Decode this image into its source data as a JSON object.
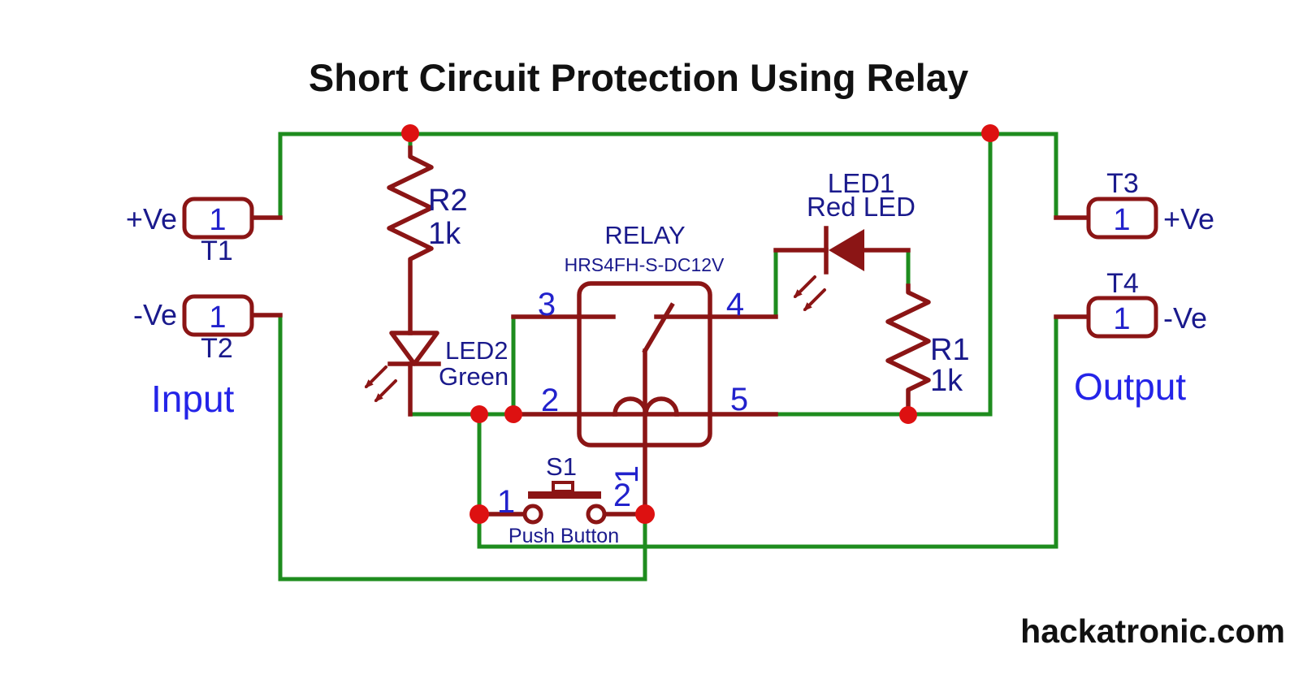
{
  "title": "Short Circuit Protection Using Relay",
  "watermark": "hackatronic.com",
  "colors": {
    "wire": "#1E8C1E",
    "symbol": "#8B1515",
    "junction": "#DD1111",
    "label": "#1A1A8C",
    "pin": "#2222CC",
    "io": "#2424E8",
    "title": "#111111"
  },
  "io": {
    "input_label": "Input",
    "output_label": "Output"
  },
  "terminals": {
    "t1": {
      "name": "T1",
      "polarity": "+Ve",
      "pad": "1"
    },
    "t2": {
      "name": "T2",
      "polarity": "-Ve",
      "pad": "1"
    },
    "t3": {
      "name": "T3",
      "polarity": "+Ve",
      "pad": "1"
    },
    "t4": {
      "name": "T4",
      "polarity": "-Ve",
      "pad": "1"
    }
  },
  "components": {
    "r2": {
      "ref": "R2",
      "value": "1k"
    },
    "r1": {
      "ref": "R1",
      "value": "1k"
    },
    "led2": {
      "ref": "LED2",
      "color": "Green"
    },
    "led1": {
      "ref": "LED1",
      "color": "Red LED"
    },
    "relay": {
      "ref": "RELAY",
      "part": "HRS4FH-S-DC12V",
      "pin1": "1",
      "pin2": "2",
      "pin3": "3",
      "pin4": "4",
      "pin5": "5"
    },
    "s1": {
      "ref": "S1",
      "label": "Push Button",
      "pin1": "1",
      "pin2": "2"
    }
  }
}
